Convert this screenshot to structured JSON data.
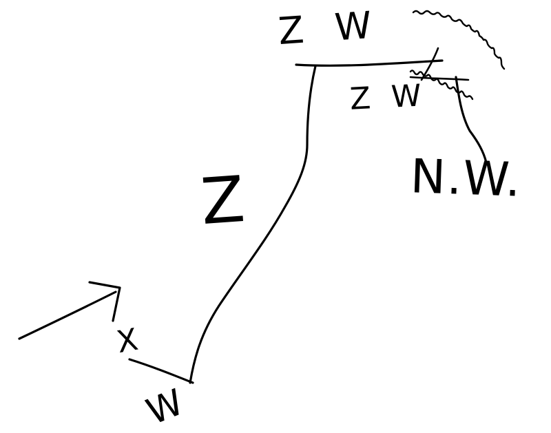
{
  "labels": {
    "top_zw": "Z W",
    "mid_zw": "Z W",
    "nw": "N.W.",
    "z": "Z",
    "x": "X",
    "w": "W"
  },
  "colors": {
    "ink": "#000000",
    "paper": "#ffffff"
  }
}
